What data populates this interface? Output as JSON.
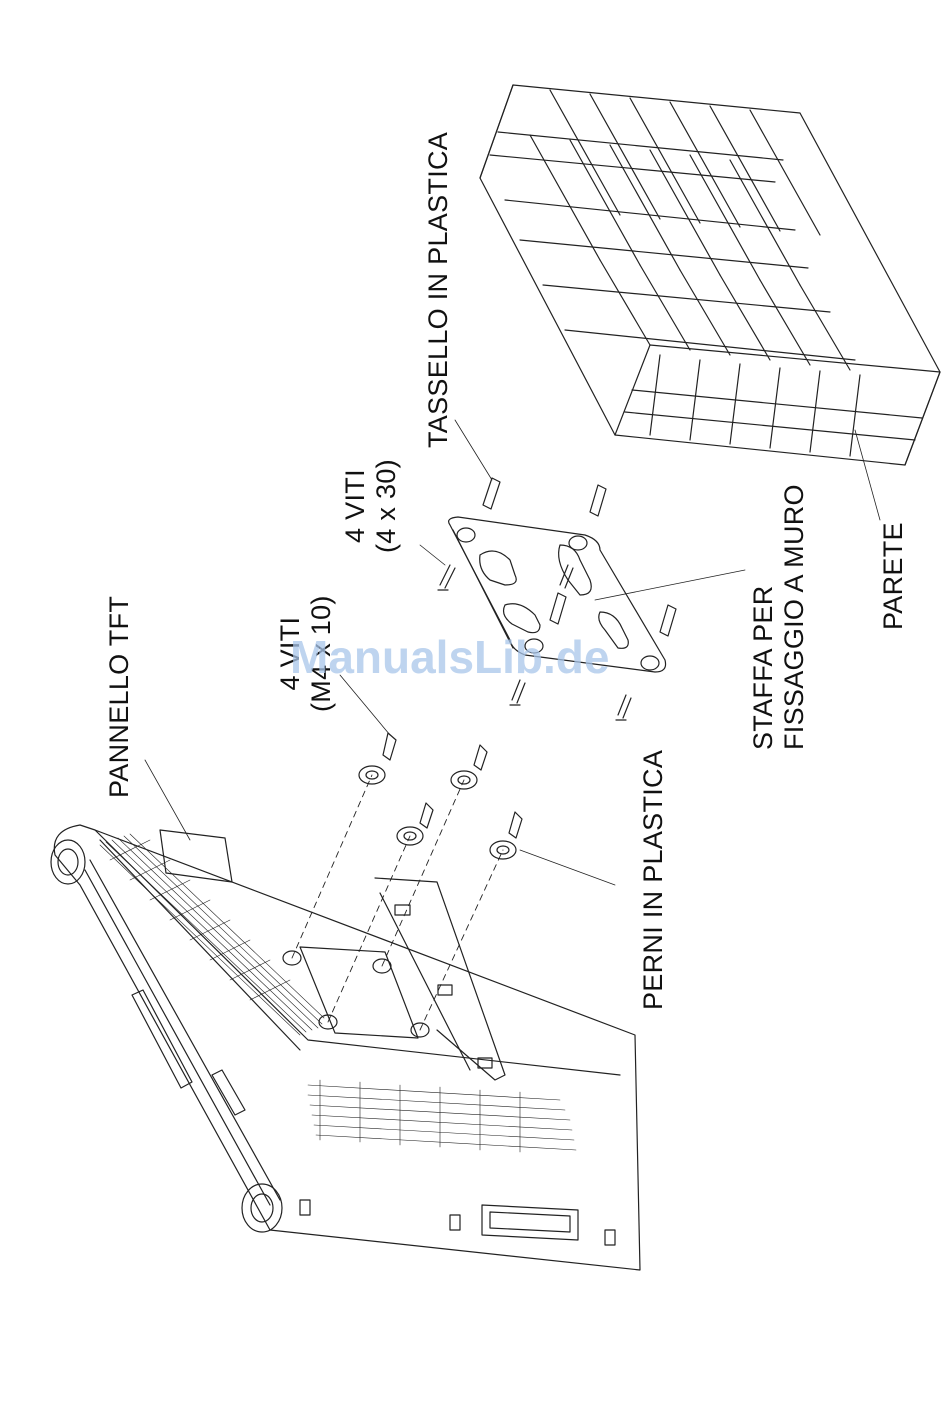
{
  "labels": {
    "pannello_tft": "PANNELLO TFT",
    "viti_m4": [
      "4 VITI",
      "(M4 x 10)"
    ],
    "perni": "PERNI IN PLASTICA",
    "viti_4x30": [
      "4 VITI",
      "(4 x 30)"
    ],
    "tassello": "TASSELLO IN PLASTICA",
    "staffa": [
      "STAFFA PER",
      "FISSAGGIO A MURO"
    ],
    "parete": "PARETE"
  },
  "watermark": "ManualsLib.de",
  "colors": {
    "line": "#222222",
    "watermark": "#a9c6ea"
  }
}
